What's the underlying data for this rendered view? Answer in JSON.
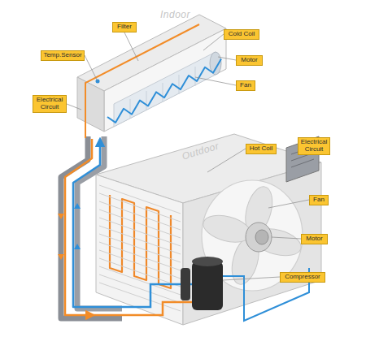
{
  "diagram": {
    "nodes": [
      {
        "text": [
          "Indoor"
        ]
      },
      {
        "text": [
          "Filter"
        ]
      },
      {
        "text": [
          "Cold Coil"
        ]
      },
      {
        "text": [
          "Temp.Sensor"
        ]
      },
      {
        "text": [
          "Motor"
        ]
      },
      {
        "text": [
          "Fan"
        ]
      },
      {
        "text": [
          "Electrical Circuit"
        ]
      },
      {
        "text": [
          "Outdoor"
        ]
      },
      {
        "text": [
          "Hot Coil"
        ]
      },
      {
        "text": [
          "Electrical Circuit"
        ]
      },
      {
        "text": [
          "Fan"
        ]
      },
      {
        "text": [
          "Motor"
        ]
      },
      {
        "text": [
          "Compressor"
        ]
      }
    ],
    "edges": [
      {
        "from": 0,
        "to": 7,
        "arrow": "to"
      },
      {
        "from": 7,
        "to": 0,
        "arrow": "to"
      }
    ]
  }
}
